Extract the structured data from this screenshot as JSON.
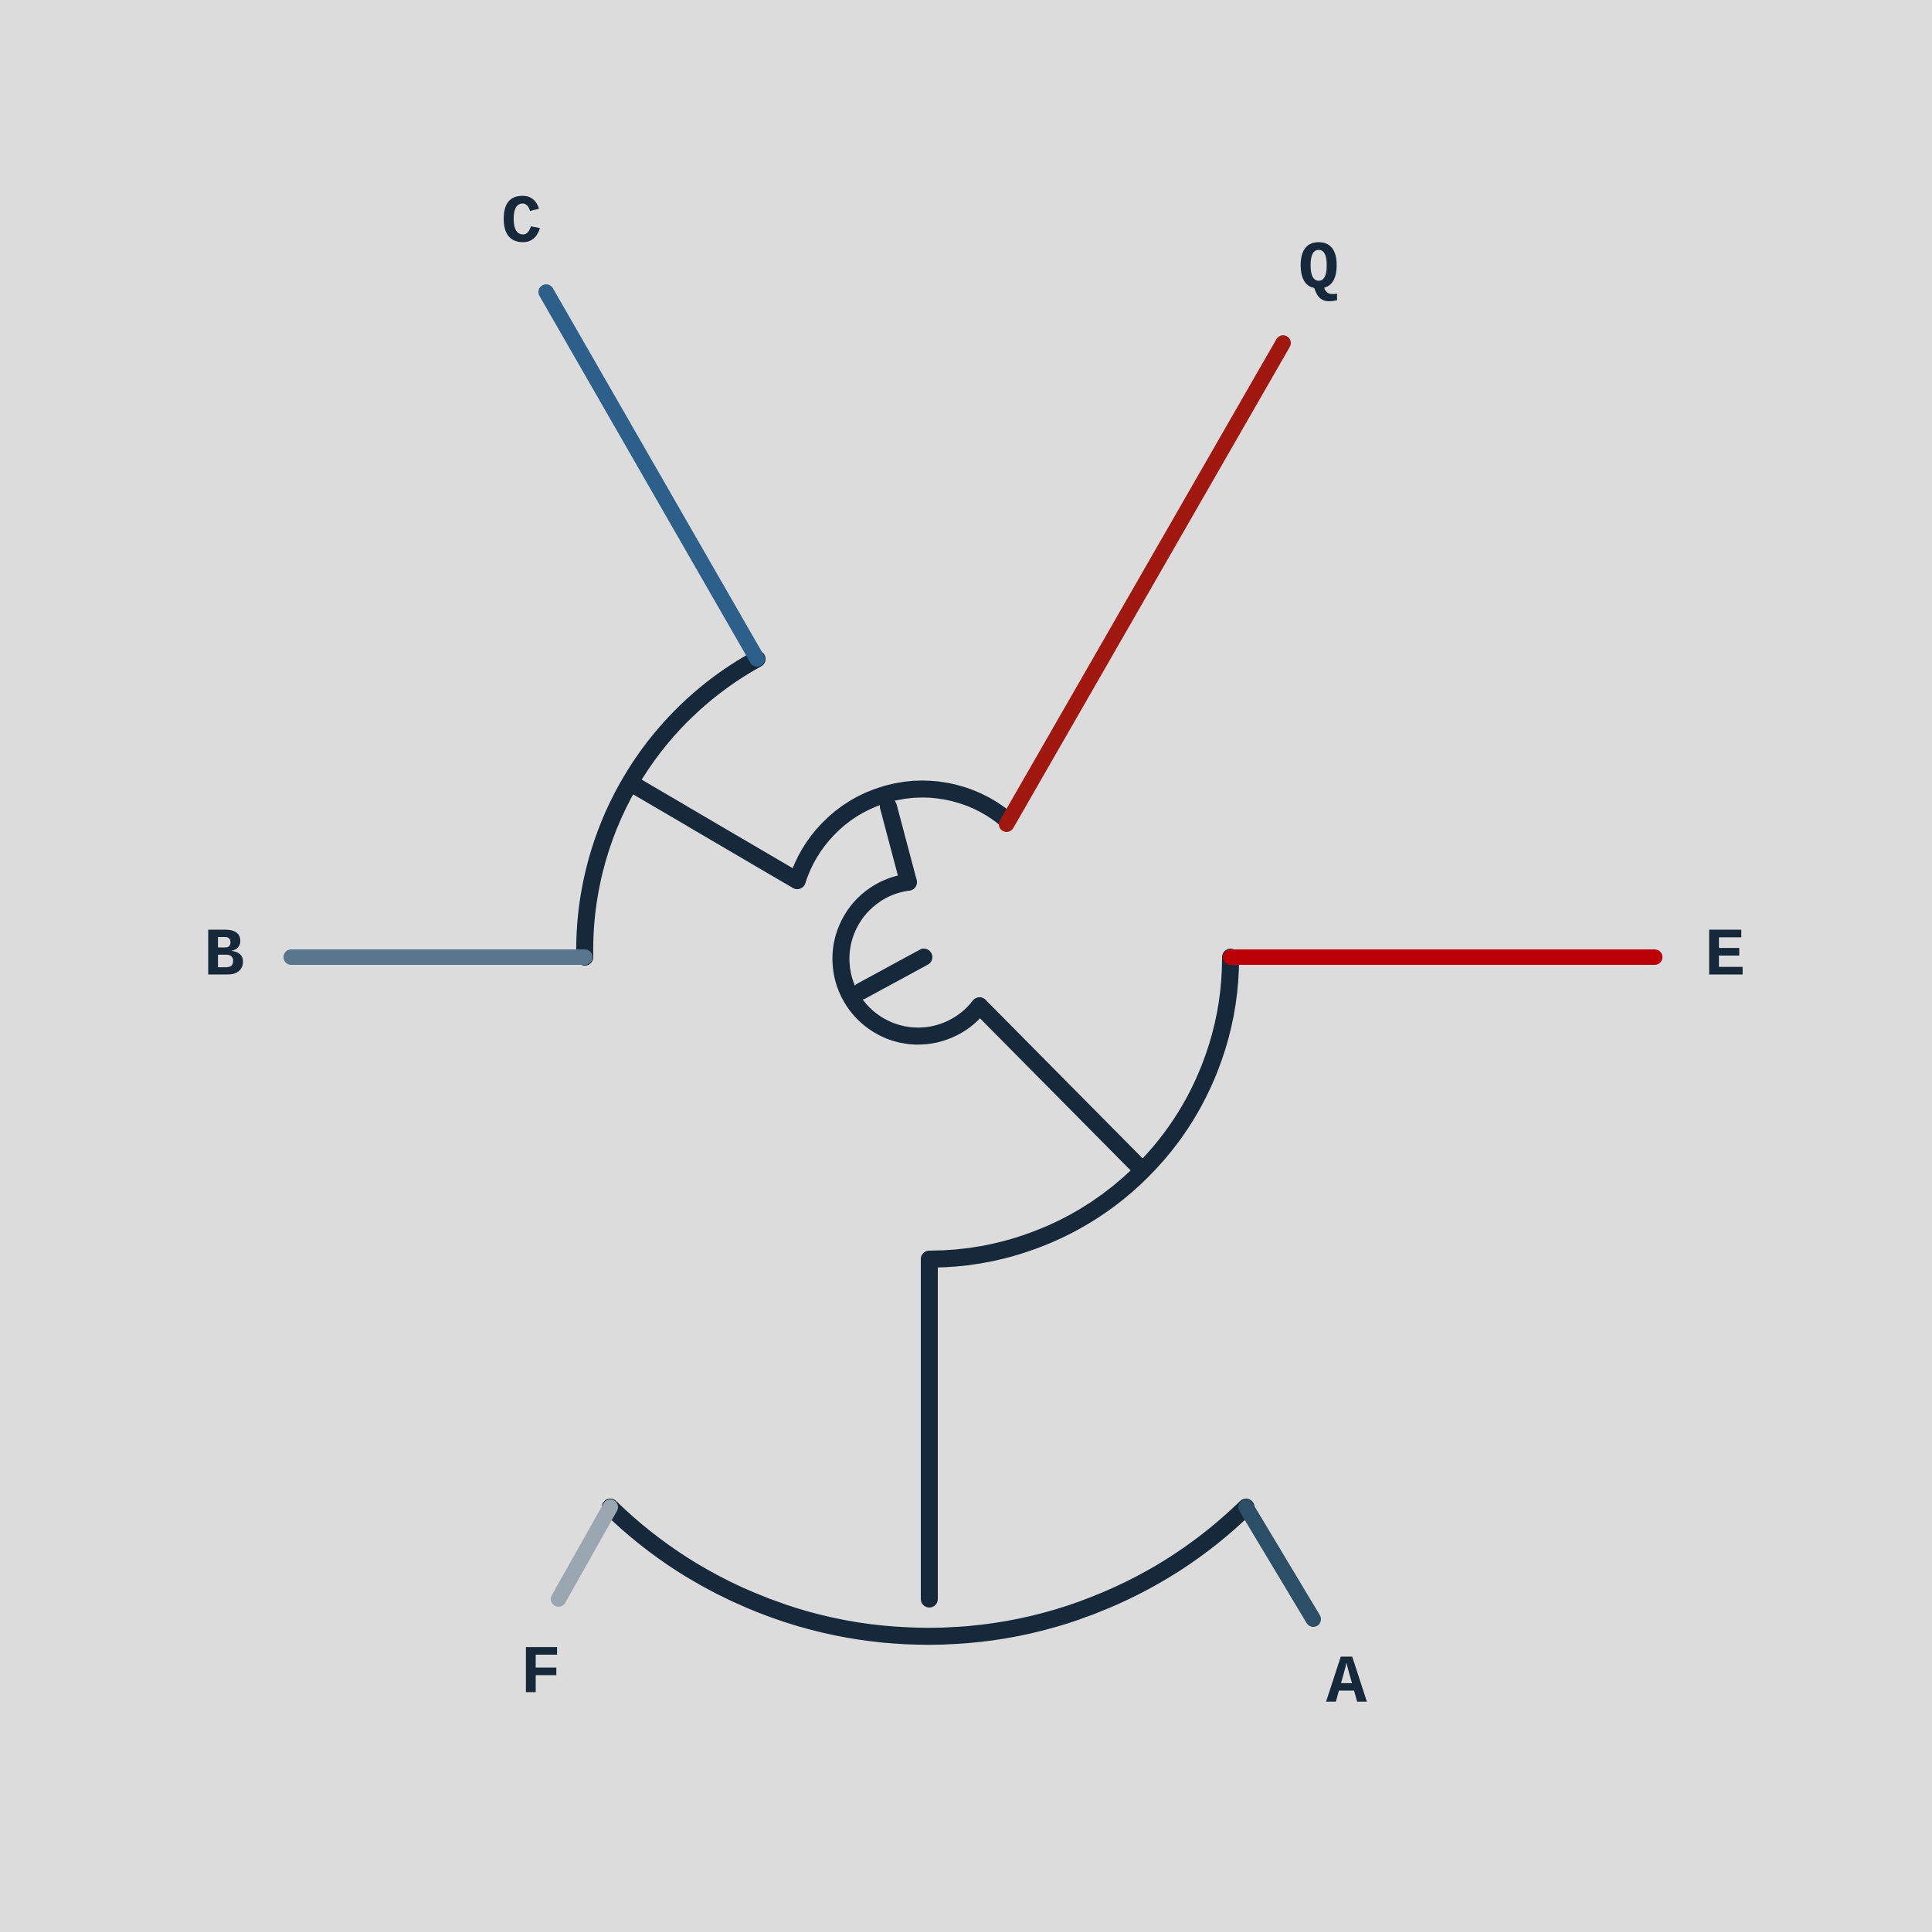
{
  "tree": {
    "background_color": "#dcdcdc",
    "internal_edge_color": "#16293a",
    "leaves": [
      {
        "id": "C",
        "label": "C",
        "color": "#2c5f8a"
      },
      {
        "id": "Q",
        "label": "Q",
        "color": "#a0180f"
      },
      {
        "id": "B",
        "label": "B",
        "color": "#57768e"
      },
      {
        "id": "E",
        "label": "E",
        "color": "#bb0006"
      },
      {
        "id": "F",
        "label": "F",
        "color": "#9ba7b0"
      },
      {
        "id": "A",
        "label": "A",
        "color": "#2a4f66"
      }
    ]
  }
}
